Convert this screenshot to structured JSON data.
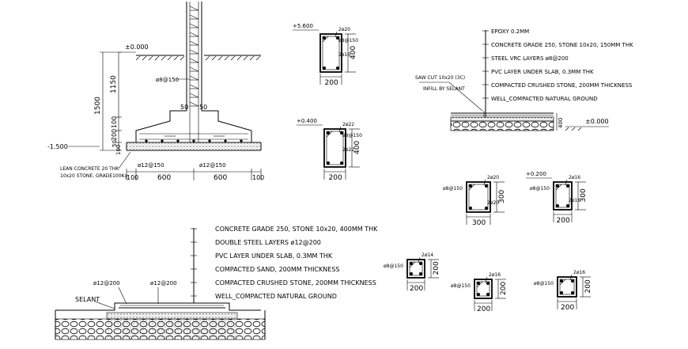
{
  "colors": {
    "ink": "#000000",
    "paper": "#ffffff"
  },
  "footing": {
    "level_top": "±0.000",
    "level_bottom": "-1.500",
    "dim_total": "1500",
    "dim_upper": "1150",
    "dim_100a": "100",
    "dim_200": "200",
    "dim_50": "50",
    "dim_100b": "100",
    "col_w1": "50",
    "col_w2": "50",
    "stirrup": "ø8@150",
    "bar_left": "ø12@150",
    "bar_right": "ø12@150",
    "width_left": "600",
    "width_right": "600",
    "edge_left": "100",
    "edge_right": "100",
    "lean_note_1": "LEAN CONCRETE 20 THK",
    "lean_note_2": "10x20 STONE, GRADE100Kg"
  },
  "beam_sections": [
    {
      "level": "+5.600",
      "top_bars": "2ø20",
      "stirrup": "ø8@150",
      "bottom_bars": "2ø16",
      "width": "200",
      "depth": "400"
    },
    {
      "level": "+0.400",
      "top_bars": "2ø22",
      "stirrup": "ø8@150",
      "bottom_bars": "2ø22",
      "width": "200",
      "depth": "400"
    },
    {
      "level": "",
      "top_bars": "2ø20",
      "stirrup": "ø8@150",
      "bottom_bars": "2ø20",
      "width": "300",
      "depth": "300"
    },
    {
      "level": "+0.200",
      "top_bars": "2ø16",
      "stirrup": "ø8@150",
      "bottom_bars": "2ø16",
      "width": "200",
      "depth": "300"
    },
    {
      "level": "",
      "top_bars": "2ø14",
      "stirrup": "ø8@150",
      "bottom_bars": "",
      "width": "200",
      "depth": "200"
    },
    {
      "level": "",
      "top_bars": "2ø16",
      "stirrup": "ø8@150",
      "bottom_bars": "",
      "width": "200",
      "depth": "200"
    },
    {
      "level": "",
      "top_bars": "2ø16",
      "stirrup": "ø8@150",
      "bottom_bars": "",
      "width": "200",
      "depth": "200"
    }
  ],
  "slab_top": {
    "layers": [
      "EPOXY 0.2MM",
      "CONCRETE GRADE 250, STONE 10x20, 150MM THK",
      "STEEL VRC LAYERS ø8@200",
      "PVC  LAYER UNDER SLAB, 0.3MM THK",
      "COMPACTED CRUSHED STONE, 200MM THICKNESS",
      "WELL_COMPACTED NATURAL GROUND"
    ],
    "saw_cut_1": "SAW CUT 10x20 (3C)",
    "saw_cut_2": "INFILL BY SELANT",
    "level": "±0.000",
    "dim": "400"
  },
  "slab_bottom": {
    "layers": [
      "CONCRETE GRADE 250, STONE 10x20, 400MM THK",
      "DOUBLE STEEL LAYERS ø12@200",
      "PVC  LAYER UNDER SLAB, 0.3MM THK",
      "COMPACTED SAND, 200MM THICKNESS",
      "COMPACTED CRUSHED STONE, 200MM THICKNESS",
      "WELL_COMPACTED NATURAL GROUND"
    ],
    "selant": "SELANT",
    "bar_left": "ø12@200",
    "bar_right": "ø12@200"
  }
}
